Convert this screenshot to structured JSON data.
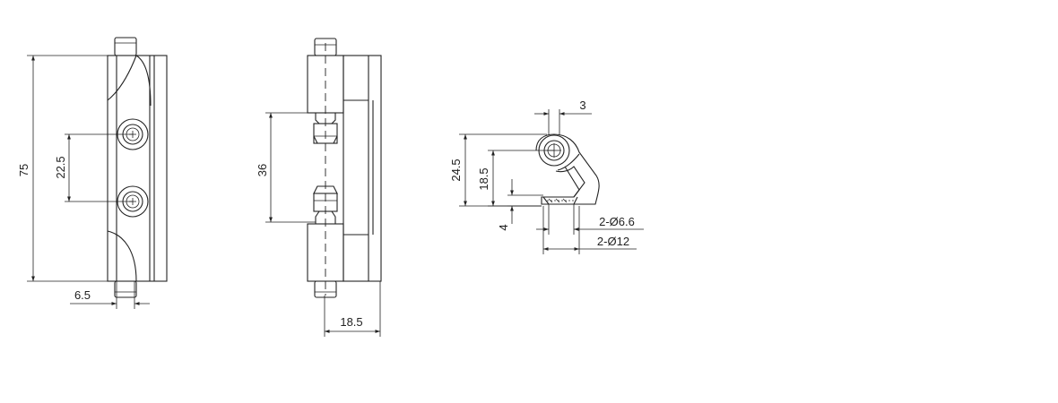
{
  "labels": {
    "total_height": "75",
    "hole_spacing": "22.5",
    "leaf_offset": "6.5",
    "pin_gap": "36",
    "side_width": "18.5",
    "top_offset": "3",
    "profile_height": "24.5",
    "hole_center_height": "18.5",
    "base_thickness": "4",
    "hole_inner_diameter": "2-Ø6.6",
    "hole_outer_diameter": "2-Ø12"
  }
}
